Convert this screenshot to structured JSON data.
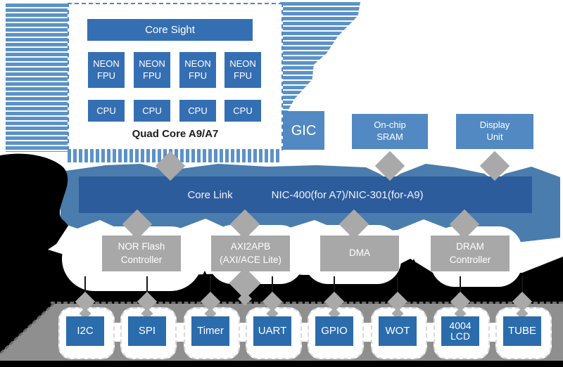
{
  "quad_core": {
    "core_sight_label": "Core Sight",
    "caption": "Quad Core A9/A7",
    "neon_units": [
      {
        "l1": "NEON",
        "l2": "FPU"
      },
      {
        "l1": "NEON",
        "l2": "FPU"
      },
      {
        "l1": "NEON",
        "l2": "FPU"
      },
      {
        "l1": "NEON",
        "l2": "FPU"
      }
    ],
    "cpus": [
      {
        "label": "CPU"
      },
      {
        "label": "CPU"
      },
      {
        "label": "CPU"
      },
      {
        "label": "CPU"
      }
    ]
  },
  "top_blocks": [
    {
      "l1": "GIC",
      "l2": ""
    },
    {
      "l1": "On-chip",
      "l2": "SRAM"
    },
    {
      "l1": "Display",
      "l2": "Unit"
    }
  ],
  "bus": {
    "left_label": "Core Link",
    "right_label": "NIC-400(for A7)/NIC-301(for-A9)"
  },
  "controllers": [
    {
      "l1": "NOR Flash",
      "l2": "Controller"
    },
    {
      "l1": "AXI2APB",
      "l2": "(AXI/ACE Lite)"
    },
    {
      "l1": "DMA",
      "l2": ""
    },
    {
      "l1": "DRAM",
      "l2": "Controller"
    }
  ],
  "peripherals": [
    {
      "l1": "I2C",
      "l2": ""
    },
    {
      "l1": "SPI",
      "l2": ""
    },
    {
      "l1": "Timer",
      "l2": ""
    },
    {
      "l1": "UART",
      "l2": ""
    },
    {
      "l1": "GPIO",
      "l2": ""
    },
    {
      "l1": "WOT",
      "l2": ""
    },
    {
      "l1": "4004",
      "l2": "LCD"
    },
    {
      "l1": "TUBE",
      "l2": ""
    }
  ],
  "colors": {
    "block_blue": "#356fb3",
    "peripheral_blue": "#2b6cad",
    "light_blue": "#5289c2",
    "stripe_blue": "#5b92c8",
    "band_blue": "#4a7cae",
    "bus_blue": "#2d5c9c",
    "gray_box": "#a8a8a8",
    "band_gray": "#8f8f8f",
    "diamond_gray": "#a9a9a9",
    "black": "#000000"
  }
}
